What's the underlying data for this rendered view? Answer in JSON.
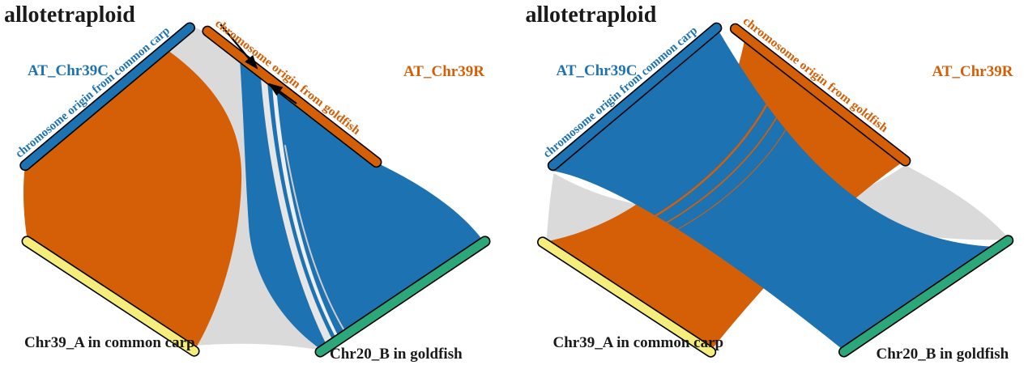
{
  "figure": {
    "colors": {
      "carp_blue": "#1d72b2",
      "goldfish_orange": "#d45f06",
      "carp_yellow": "#f5ee7c",
      "goldfish_green": "#2ca77a",
      "synteny_gray": "#dadada",
      "label_black": "#1a1a1a"
    },
    "panels": [
      {
        "title": "allotetraploid",
        "top_left_name": "AT_Chr39C",
        "top_left_origin": "chromosome origin from common carp",
        "top_right_name": "AT_Chr39R",
        "top_right_origin": "chromosome origin from goldfish",
        "bottom_left_label": "Chr39_A in common carp",
        "bottom_right_label": "Chr20_B in goldfish",
        "arrow_annotations": 2,
        "ribbons": [
          {
            "from": "AT_Chr39C",
            "to": "Chr39_A in common carp",
            "color": "orange"
          },
          {
            "from": "AT_Chr39R",
            "to": "Chr20_B in goldfish",
            "color": "blue"
          },
          {
            "from": "AT_Chr39C",
            "to": "Chr20_B in goldfish",
            "color": "gray"
          }
        ]
      },
      {
        "title": "allotetraploid",
        "top_left_name": "AT_Chr39C",
        "top_left_origin": "chromosome origin from common carp",
        "top_right_name": "AT_Chr39R",
        "top_right_origin": "chromosome origin from goldfish",
        "bottom_left_label": "Chr39_A in common carp",
        "bottom_right_label": "Chr20_B in goldfish",
        "arrow_annotations": 0,
        "ribbons": [
          {
            "from": "AT_Chr39C",
            "to": "Chr20_B in goldfish",
            "color": "blue"
          },
          {
            "from": "AT_Chr39R",
            "to": "Chr39_A in common carp",
            "color": "orange"
          },
          {
            "from": "AT_Chr39C",
            "to": "Chr39_A in common carp",
            "color": "gray"
          },
          {
            "from": "AT_Chr39R",
            "to": "Chr20_B in goldfish",
            "color": "gray"
          }
        ]
      }
    ]
  }
}
